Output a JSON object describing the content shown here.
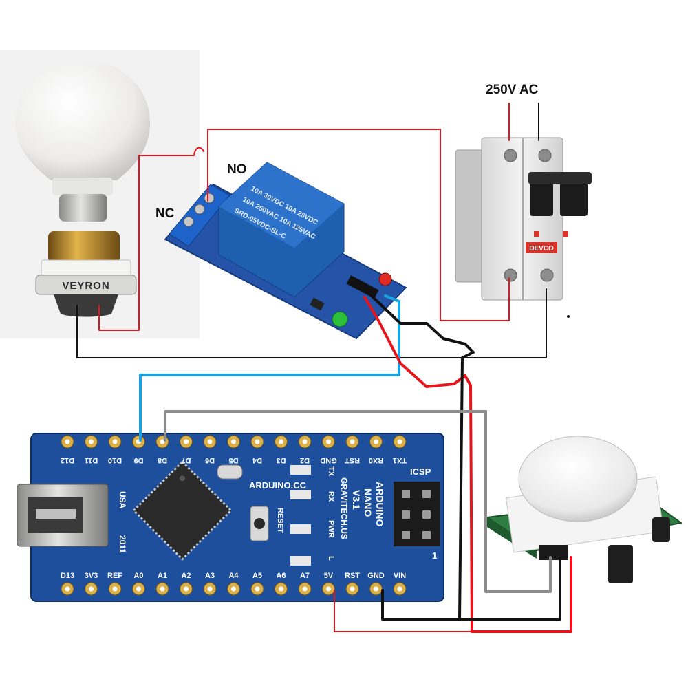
{
  "labels": {
    "supply": "250V AC",
    "no_terminal": "NO",
    "nc_terminal": "NC",
    "lamp_brand": "VEYRON",
    "breaker_brand": "DEVCO"
  },
  "relay": {
    "print_lines": [
      "SRD-05VDC-SL-C",
      "10A 250VAC 10A 125VAC",
      "10A 30VDC 10A 28VDC"
    ]
  },
  "arduino": {
    "board_lines": [
      "ARDUINO",
      "NANO",
      "V3.1",
      "GRAVITECH.US"
    ],
    "arduino_cc": "ARDUINO.CC",
    "usa": "USA",
    "year": "2011",
    "icsp": "ICSP",
    "reset": "RESET",
    "pin_1": "1",
    "side_labels": [
      "TX",
      "RX",
      "PWR",
      "L"
    ],
    "top_pins": [
      "D12",
      "D11",
      "D10",
      "D9",
      "D8",
      "D7",
      "D6",
      "D5",
      "D4",
      "D3",
      "D2",
      "GND",
      "RST",
      "RX0",
      "TX1"
    ],
    "bottom_pins": [
      "D13",
      "3V3",
      "REF",
      "A0",
      "A1",
      "A2",
      "A3",
      "A4",
      "A5",
      "A6",
      "A7",
      "5V",
      "RST",
      "GND",
      "VIN"
    ]
  },
  "colors": {
    "wire_red": "#e8141c",
    "wire_black": "#111111",
    "wire_blue": "#1aa3e0",
    "wire_gray": "#8c8c8c",
    "relay_blue": "#1f5fb0",
    "board_blue": "#1d4f9c",
    "pir_green": "#2e7d43"
  }
}
